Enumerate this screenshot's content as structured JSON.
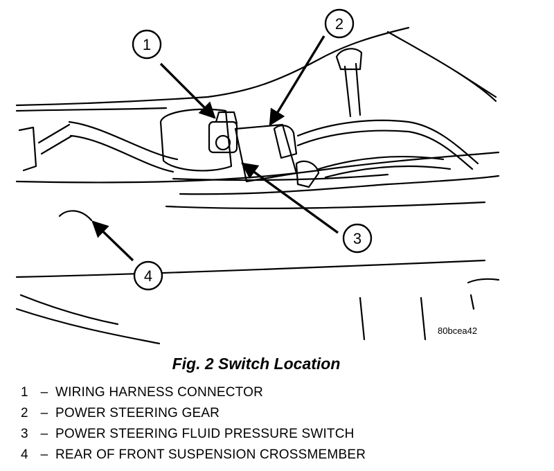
{
  "figure": {
    "ref_code": "80bcea42",
    "callouts": [
      {
        "num": "1",
        "label": "WIRING HARNESS CONNECTOR"
      },
      {
        "num": "2",
        "label": "POWER STEERING GEAR"
      },
      {
        "num": "3",
        "label": "POWER STEERING FLUID PRESSURE SWITCH"
      },
      {
        "num": "4",
        "label": "REAR OF FRONT SUSPENSION CROSSMEMBER"
      }
    ],
    "dash": "–"
  },
  "caption": "Fig. 2 Switch Location"
}
